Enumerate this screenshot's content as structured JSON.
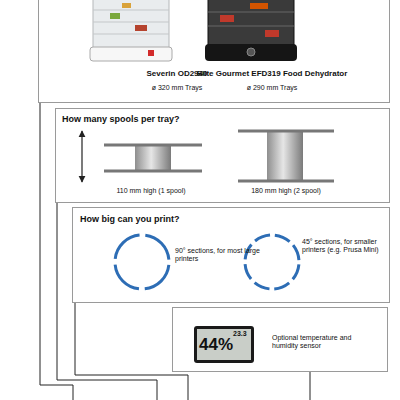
{
  "diagram": {
    "nodes": [
      {
        "text": [
          "Severin OD2940",
          "ø 320 mm Trays",
          "Elite Gourmet EFD319 Food Dehydrator",
          "ø 290 mm Trays"
        ]
      },
      {
        "text": [
          "How many spools per tray?",
          "110 mm high (1 spool)",
          "180 mm high (2 spool)"
        ]
      },
      {
        "text": [
          "How big can you print?",
          "90° sections, for most large printers",
          "45° sections, for smaller printers (e.g. Prusa Mini)"
        ]
      },
      {
        "text": [
          "Optional temperature and humidity sensor"
        ]
      }
    ],
    "labels": [
      "44%",
      "23.3"
    ]
  }
}
